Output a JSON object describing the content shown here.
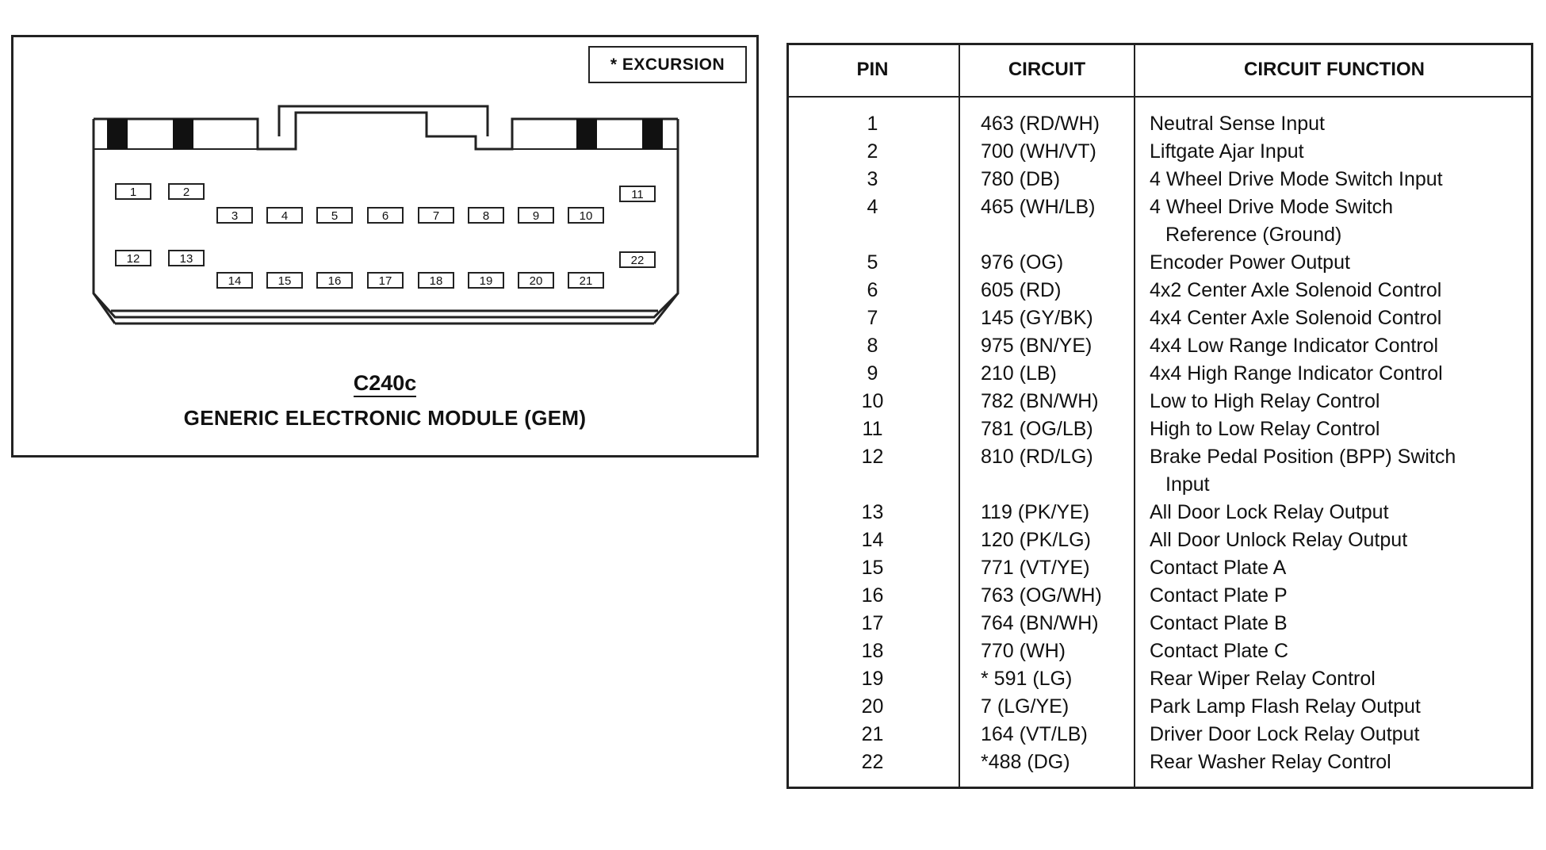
{
  "legend": "* EXCURSION",
  "connector": {
    "code": "C240c",
    "title": "GENERIC ELECTRONIC MODULE (GEM)",
    "pins": [
      "1",
      "2",
      "3",
      "4",
      "5",
      "6",
      "7",
      "8",
      "9",
      "10",
      "11",
      "12",
      "13",
      "14",
      "15",
      "16",
      "17",
      "18",
      "19",
      "20",
      "21",
      "22"
    ]
  },
  "table": {
    "headers": {
      "pin": "PIN",
      "circuit": "CIRCUIT",
      "function": "CIRCUIT FUNCTION"
    },
    "rows": [
      {
        "pin": "1",
        "circuit": "463 (RD/WH)",
        "function": "Neutral Sense Input"
      },
      {
        "pin": "2",
        "circuit": "700 (WH/VT)",
        "function": "Liftgate Ajar Input"
      },
      {
        "pin": "3",
        "circuit": "780 (DB)",
        "function": "4 Wheel Drive Mode Switch Input"
      },
      {
        "pin": "4",
        "circuit": "465 (WH/LB)",
        "function": "4 Wheel Drive Mode Switch",
        "function_cont": "Reference (Ground)"
      },
      {
        "pin": "5",
        "circuit": "976 (OG)",
        "function": "Encoder Power Output"
      },
      {
        "pin": "6",
        "circuit": "605 (RD)",
        "function": "4x2 Center Axle Solenoid Control"
      },
      {
        "pin": "7",
        "circuit": "145 (GY/BK)",
        "function": "4x4 Center Axle Solenoid Control"
      },
      {
        "pin": "8",
        "circuit": "975 (BN/YE)",
        "function": "4x4 Low Range Indicator Control"
      },
      {
        "pin": "9",
        "circuit": "210 (LB)",
        "function": "4x4 High Range Indicator Control"
      },
      {
        "pin": "10",
        "circuit": "782 (BN/WH)",
        "function": "Low to High Relay Control"
      },
      {
        "pin": "11",
        "circuit": "781 (OG/LB)",
        "function": "High to Low Relay Control"
      },
      {
        "pin": "12",
        "circuit": "810 (RD/LG)",
        "function": "Brake Pedal Position (BPP) Switch",
        "function_cont": "Input"
      },
      {
        "pin": "13",
        "circuit": "119 (PK/YE)",
        "function": "All Door Lock Relay Output"
      },
      {
        "pin": "14",
        "circuit": "120 (PK/LG)",
        "function": "All Door Unlock Relay Output"
      },
      {
        "pin": "15",
        "circuit": "771 (VT/YE)",
        "function": "Contact Plate A"
      },
      {
        "pin": "16",
        "circuit": "763 (OG/WH)",
        "function": "Contact Plate P"
      },
      {
        "pin": "17",
        "circuit": "764 (BN/WH)",
        "function": "Contact Plate B"
      },
      {
        "pin": "18",
        "circuit": "770 (WH)",
        "function": "Contact Plate C"
      },
      {
        "pin": "19",
        "circuit": "* 591 (LG)",
        "function": "Rear Wiper Relay Control"
      },
      {
        "pin": "20",
        "circuit": "7 (LG/YE)",
        "function": "Park Lamp Flash Relay Output"
      },
      {
        "pin": "21",
        "circuit": "164 (VT/LB)",
        "function": "Driver Door Lock Relay Output"
      },
      {
        "pin": "22",
        "circuit": "*488 (DG)",
        "function": "Rear Washer Relay Control"
      }
    ]
  }
}
